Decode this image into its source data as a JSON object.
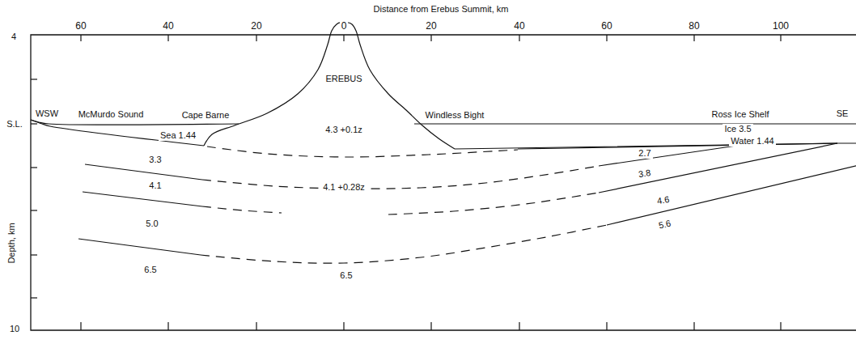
{
  "diagram": {
    "labels": [
      "Distance from Erebus Summit, km",
      "60",
      "40",
      "20",
      "0",
      "20",
      "40",
      "60",
      "80",
      "100",
      "4",
      "S.L.",
      "Depth, km",
      "10",
      "WSW",
      "McMurdo Sound",
      "Cape Barne",
      "EREBUS",
      "4.3 +0.1z",
      "Windless Bight",
      "Ross Ice Shelf",
      "SE",
      "Sea 1.44",
      "3.3",
      "4.1",
      "5.0",
      "6.5",
      "4.1 +0.28z",
      "6.5",
      "Ice 3.5",
      "Water 1.44",
      "2.7",
      "3.8",
      "4.6",
      "5.6"
    ]
  }
}
